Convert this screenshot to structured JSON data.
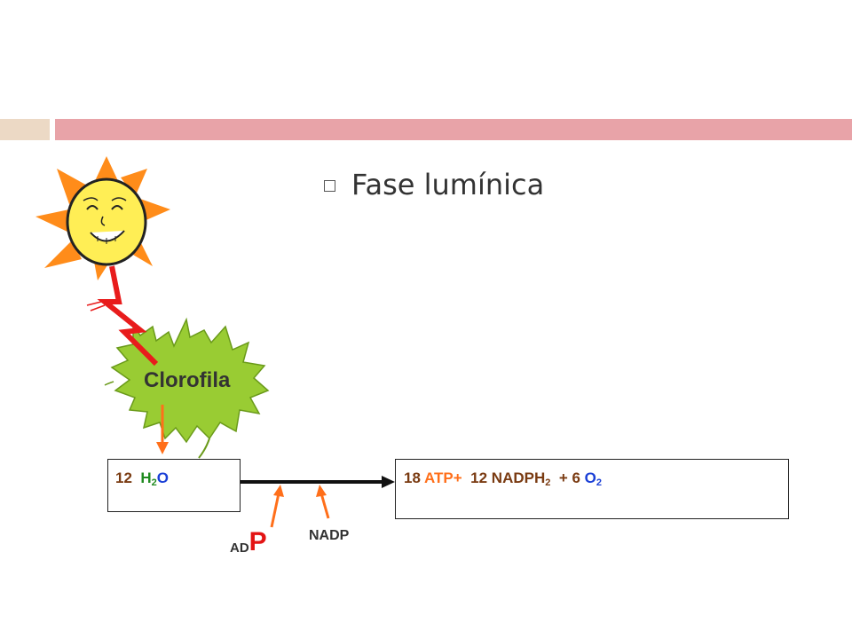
{
  "slide": {
    "title": "Fase lumínica",
    "leaf_label": "Clorofila"
  },
  "reaction": {
    "reactant": {
      "coef": "12",
      "h": "H",
      "h_sub": "2",
      "o": "O"
    },
    "products": {
      "coef_atp": "18",
      "atp": "ATP+",
      "coef_nadph": "12",
      "nadph": "NADPH",
      "nadph_sub": "2",
      "coef_o2": "+ 6",
      "o2": "O",
      "o2_sub": "2"
    },
    "inputs": {
      "adp_prefix": "AD",
      "adp_suffix": "P",
      "nadp": "NADP"
    }
  },
  "colors": {
    "header_bar_left": "#ecd9c5",
    "header_bar_right": "#e8a3a8",
    "leaf": "#99cc33",
    "sun_rays": "#ff8c1a",
    "sun_face": "#ffee55",
    "lightning": "#e81c1c",
    "arrows": "#ff6f1a"
  },
  "icons": [
    "sun-icon",
    "leaf-icon",
    "lightning-icon"
  ]
}
